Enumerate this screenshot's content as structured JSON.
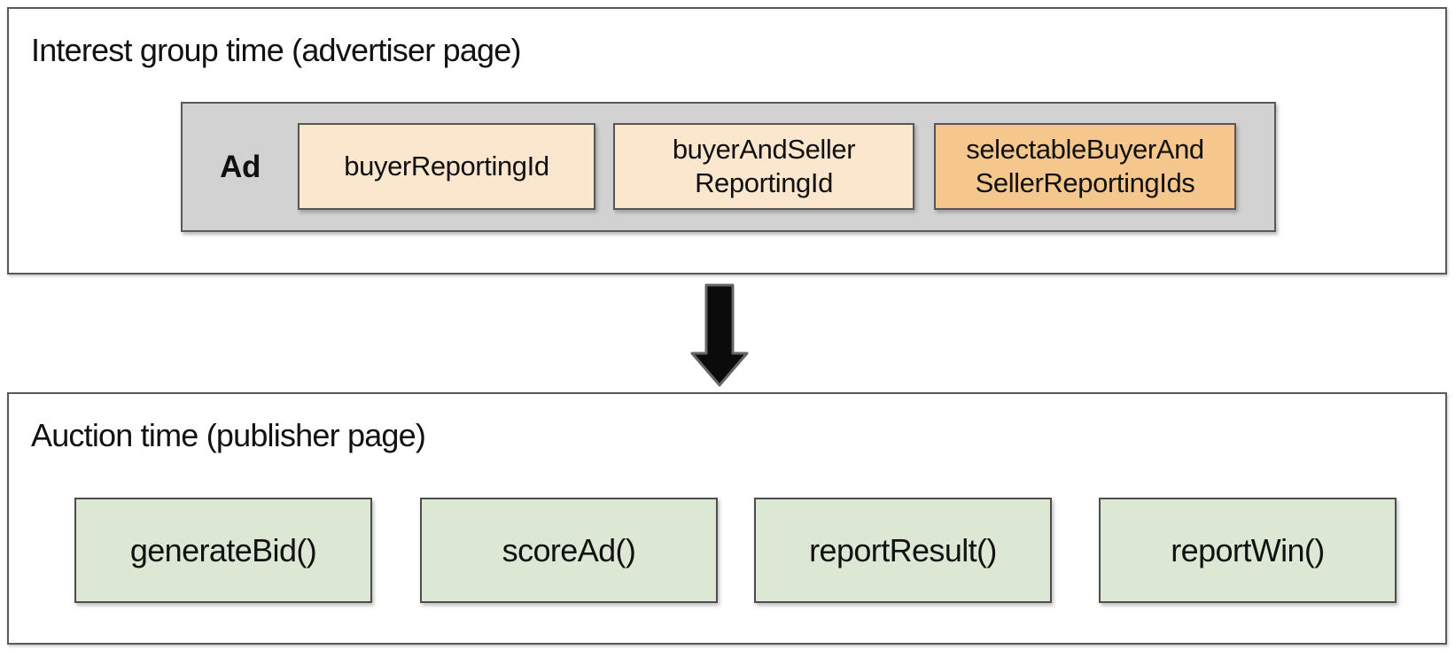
{
  "colors": {
    "panel_border": "#595959",
    "ad_container_bg": "#d2d2d2",
    "chip_cream_bg": "#fbe6ce",
    "chip_orange_bg": "#f5c78c",
    "function_box_bg": "#dce8d3",
    "box_border": "#4d4d4d",
    "arrow_fill": "#0b0b0b",
    "arrow_outline": "#666666",
    "text": "#111111"
  },
  "interest_group_panel": {
    "title": "Interest group time (advertiser page)",
    "ad": {
      "label": "Ad",
      "chips": [
        {
          "label": "buyerReportingId",
          "variant": "cream"
        },
        {
          "label": "buyerAndSeller\nReportingId",
          "variant": "cream"
        },
        {
          "label": "selectableBuyerAnd\nSellerReportingIds",
          "variant": "orange"
        }
      ]
    }
  },
  "arrow": {
    "icon": "down-arrow-icon",
    "direction": "down"
  },
  "auction_panel": {
    "title": "Auction time (publisher page)",
    "functions": [
      {
        "label": "generateBid()"
      },
      {
        "label": "scoreAd()"
      },
      {
        "label": "reportResult()"
      },
      {
        "label": "reportWin()"
      }
    ]
  }
}
